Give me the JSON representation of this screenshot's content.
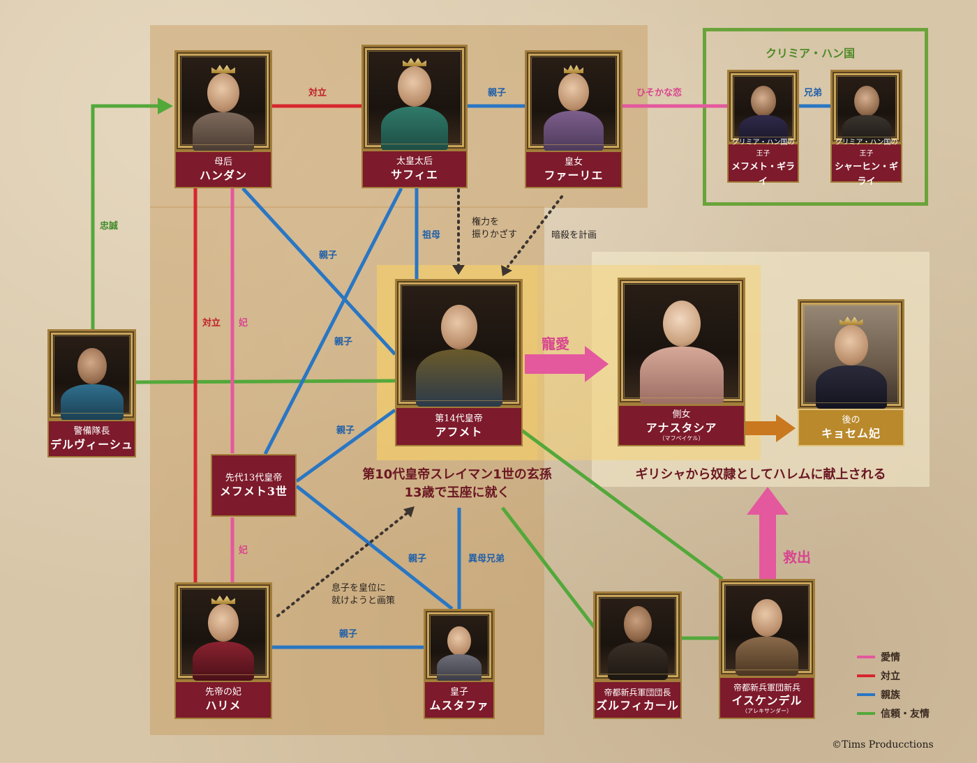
{
  "groups": {
    "crimea_title": "クリミア・ハン国"
  },
  "people": {
    "handan": {
      "title": "母后",
      "name": "ハンダン"
    },
    "safiye": {
      "title": "太皇太后",
      "name": "サフィエ"
    },
    "fahriye": {
      "title": "皇女",
      "name": "ファーリエ"
    },
    "mehmet_g": {
      "title": "クリミア・ハン国の王子",
      "name": "メフメト・ギライ"
    },
    "sahin": {
      "title": "クリミア・ハン国の王子",
      "name": "シャーヒン・ギライ"
    },
    "dervish": {
      "title": "警備隊長",
      "name": "デルヴィーシュ"
    },
    "ahmet": {
      "title": "第14代皇帝",
      "name": "アフメト"
    },
    "anastasia": {
      "title": "側女",
      "name": "アナスタシア",
      "sub": "（マフペイケル）"
    },
    "kosem": {
      "title": "後の",
      "name": "キョセム妃"
    },
    "mehmet3": {
      "title": "先代13代皇帝",
      "name": "メフメト3世"
    },
    "halime": {
      "title": "先帝の妃",
      "name": "ハリメ"
    },
    "mustafa": {
      "title": "皇子",
      "name": "ムスタファ"
    },
    "zulfikar": {
      "title": "帝都新兵軍団団長",
      "name": "ズルフィカール"
    },
    "iskender": {
      "title": "帝都新兵軍団新兵",
      "name": "イスケンデル",
      "sub": "（アレキサンダー）"
    }
  },
  "relations": {
    "handan_safiye": "対立",
    "safiye_fahriye": "親子",
    "fahriye_mehmet": "ひそかな恋",
    "mehmet_sahin": "兄弟",
    "loyalty": "忠誠",
    "handan_ahmet": "親子",
    "grandmother": "祖母",
    "power": [
      "権力を",
      "振りかざす"
    ],
    "assassination": "暗殺を計画",
    "handan_halime_conflict": "対立",
    "handan_consort": "妃",
    "safiye_mehmet3": "親子",
    "mehmet3_ahmet": "親子",
    "love": "寵愛",
    "mehmet3_mustafa": "親子",
    "half_brothers": "異母兄弟",
    "halime_consort": "妃",
    "scheme": [
      "息子を皇位に",
      "就けようと画策"
    ],
    "halime_mustafa": "親子",
    "rescue": "救出"
  },
  "captions": {
    "ahmet_1": "第10代皇帝スレイマン1世の玄孫",
    "ahmet_2": "13歳で玉座に就く",
    "anastasia": "ギリシャから奴隷としてハレムに献上される"
  },
  "legend": [
    {
      "label": "愛情",
      "color": "#e4589e"
    },
    {
      "label": "対立",
      "color": "#d7262e"
    },
    {
      "label": "親族",
      "color": "#2a76c3"
    },
    {
      "label": "信頼・友情",
      "color": "#53a83a"
    }
  ],
  "colors": {
    "love": "#e4589e",
    "conflict": "#d7262e",
    "family": "#2a76c3",
    "trust": "#53a83a",
    "crimea": "#6aa33a",
    "future": "#c9781f"
  },
  "copyright": "©Tims Producctions"
}
